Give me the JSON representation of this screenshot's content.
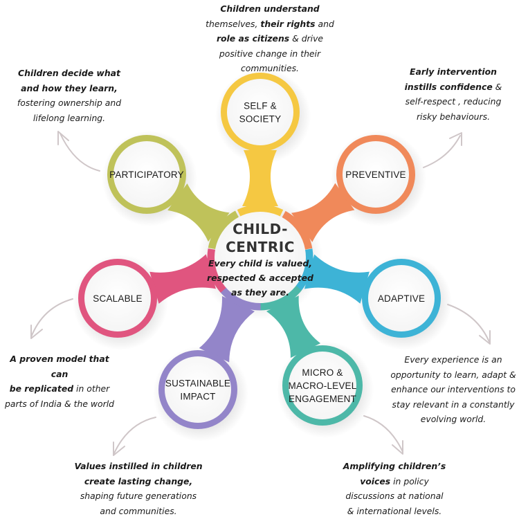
{
  "center": {
    "title_line1": "CHILD-",
    "title_line2": "CENTRIC",
    "subtitle_lines": [
      "Every child is valued,",
      "respected & accepted",
      "as they are."
    ]
  },
  "nodes": [
    {
      "id": "self-society",
      "label_lines": [
        "SELF &",
        "SOCIETY"
      ],
      "color": "#F5C842"
    },
    {
      "id": "preventive",
      "label_lines": [
        "PREVENTIVE"
      ],
      "color": "#F0895A"
    },
    {
      "id": "adaptive",
      "label_lines": [
        "ADAPTIVE"
      ],
      "color": "#3DB3D6"
    },
    {
      "id": "micro-macro",
      "label_lines": [
        "MICRO &",
        "MACRO-LEVEL",
        "ENGAGEMENT"
      ],
      "color": "#4DB8A8"
    },
    {
      "id": "sustainable-impact",
      "label_lines": [
        "SUSTAINABLE",
        "IMPACT"
      ],
      "color": "#9385C9"
    },
    {
      "id": "scalable",
      "label_lines": [
        "SCALABLE"
      ],
      "color": "#E0557F"
    },
    {
      "id": "participatory",
      "label_lines": [
        "PARTICIPATORY"
      ],
      "color": "#BFC25A"
    }
  ],
  "descriptions": {
    "self_society": {
      "parts": [
        {
          "text": "Children understand",
          "bold": true,
          "br": true
        },
        {
          "text": "themselves, ",
          "bold": false
        },
        {
          "text": "their rights",
          "bold": true
        },
        {
          "text": " and",
          "bold": false,
          "br": true
        },
        {
          "text": "role as citizens",
          "bold": true
        },
        {
          "text": " & drive",
          "bold": false,
          "br": true
        },
        {
          "text": "positive change in their",
          "bold": false,
          "br": true
        },
        {
          "text": "communities.",
          "bold": false
        }
      ]
    },
    "participatory": {
      "parts": [
        {
          "text": "Children decide what",
          "bold": true,
          "br": true
        },
        {
          "text": "and how they learn,",
          "bold": true,
          "br": true
        },
        {
          "text": "fostering ownership and",
          "bold": false,
          "br": true
        },
        {
          "text": "lifelong learning.",
          "bold": false
        }
      ]
    },
    "preventive": {
      "parts": [
        {
          "text": "Early intervention",
          "bold": true,
          "br": true
        },
        {
          "text": "instills confidence",
          "bold": true
        },
        {
          "text": " &",
          "bold": false,
          "br": true
        },
        {
          "text": "self-respect , reducing",
          "bold": false,
          "br": true
        },
        {
          "text": "risky behaviours.",
          "bold": false
        }
      ]
    },
    "scalable": {
      "parts": [
        {
          "text": "A proven model that can",
          "bold": true,
          "br": true
        },
        {
          "text": "be replicated",
          "bold": true
        },
        {
          "text": "  in other",
          "bold": false,
          "br": true
        },
        {
          "text": "parts of India & the world",
          "bold": false
        }
      ]
    },
    "adaptive": {
      "parts": [
        {
          "text": "Every experience is an",
          "bold": false,
          "br": true
        },
        {
          "text": "opportunity to learn, adapt &",
          "bold": false,
          "br": true
        },
        {
          "text": "enhance our interventions to",
          "bold": false,
          "br": true
        },
        {
          "text": "stay relevant in a constantly",
          "bold": false,
          "br": true
        },
        {
          "text": "evolving world.",
          "bold": false
        }
      ]
    },
    "sustainable_impact": {
      "parts": [
        {
          "text": "Values instilled in children",
          "bold": true,
          "br": true
        },
        {
          "text": "create lasting change,",
          "bold": true,
          "br": true
        },
        {
          "text": "shaping future generations",
          "bold": false,
          "br": true
        },
        {
          "text": "and communities.",
          "bold": false
        }
      ]
    },
    "micro_macro": {
      "parts": [
        {
          "text": "Amplifying children’s",
          "bold": true,
          "br": true
        },
        {
          "text": "voices",
          "bold": true
        },
        {
          "text": " in  policy",
          "bold": false,
          "br": true
        },
        {
          "text": "discussions at national",
          "bold": false,
          "br": true
        },
        {
          "text": "& international levels.",
          "bold": false
        }
      ]
    }
  }
}
